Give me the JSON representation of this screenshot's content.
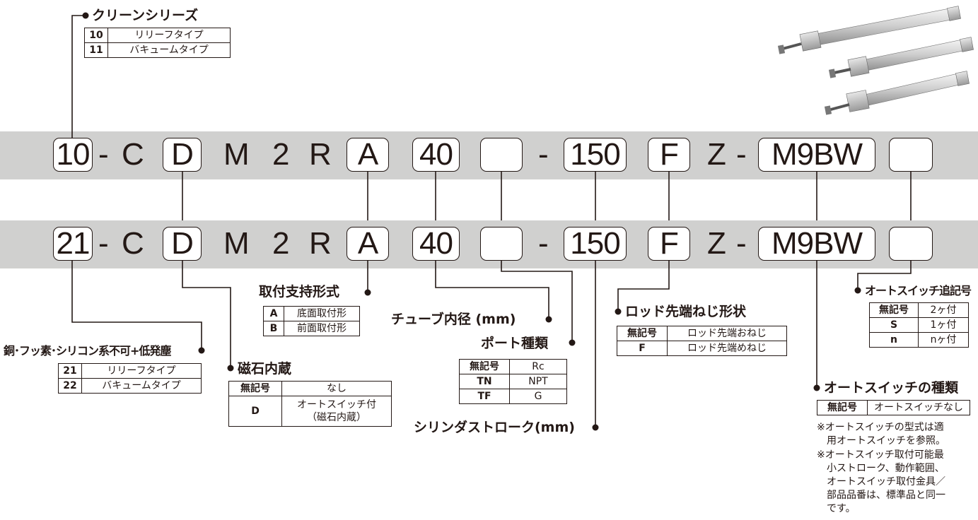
{
  "top_code": {
    "series_no": "10",
    "sep1": "-",
    "c": "C",
    "magnet": "D",
    "m": "M",
    "two": "2",
    "r": "R",
    "mount": "A",
    "bore": "40",
    "port": "",
    "sep2": "-",
    "stroke": "150",
    "rod_end": "F",
    "z": "Z",
    "sep3": "-",
    "switch": "M9BW",
    "switch_qty": ""
  },
  "bottom_code": {
    "series_no": "21",
    "sep1": "-",
    "c": "C",
    "magnet": "D",
    "m": "M",
    "two": "2",
    "r": "R",
    "mount": "A",
    "bore": "40",
    "port": "",
    "sep2": "-",
    "stroke": "150",
    "rod_end": "F",
    "z": "Z",
    "sep3": "-",
    "switch": "M9BW",
    "switch_qty": ""
  },
  "clean_series": {
    "title": "クリーンシリーズ",
    "rows": [
      {
        "code": "10",
        "desc": "リリーフタイプ"
      },
      {
        "code": "11",
        "desc": "バキュームタイプ"
      }
    ]
  },
  "copper_free": {
    "title": "銅･フッ素･シリコン系不可+低発塵",
    "rows": [
      {
        "code": "21",
        "desc": "リリーフタイプ"
      },
      {
        "code": "22",
        "desc": "バキュームタイプ"
      }
    ]
  },
  "magnet": {
    "title": "磁石内蔵",
    "rows": [
      {
        "code": "無記号",
        "desc": "なし"
      },
      {
        "code": "D",
        "desc1": "オートスイッチ付",
        "desc2": "（磁石内蔵）"
      }
    ]
  },
  "mounting": {
    "title": "取付支持形式",
    "rows": [
      {
        "code": "A",
        "desc": "底面取付形"
      },
      {
        "code": "B",
        "desc": "前面取付形"
      }
    ]
  },
  "bore_label": "チューブ内径 (mm)",
  "port_type": {
    "title": "ポート種類",
    "rows": [
      {
        "code": "無記号",
        "desc": "Rc"
      },
      {
        "code": "TN",
        "desc": "NPT"
      },
      {
        "code": "TF",
        "desc": "G"
      }
    ]
  },
  "stroke_label": "シリンダストローク(mm)",
  "rod_end": {
    "title": "ロッド先端ねじ形状",
    "rows": [
      {
        "code": "無記号",
        "desc": "ロッド先端おねじ"
      },
      {
        "code": "F",
        "desc": "ロッド先端めねじ"
      }
    ]
  },
  "switch_qty": {
    "title": "オートスイッチ追記号",
    "rows": [
      {
        "code": "無記号",
        "desc": "2ヶ付"
      },
      {
        "code": "S",
        "desc": "1ヶ付"
      },
      {
        "code": "n",
        "desc": "nヶ付"
      }
    ]
  },
  "switch_type": {
    "title": "オートスイッチの種類",
    "rows": [
      {
        "code": "無記号",
        "desc": "オートスイッチなし"
      }
    ],
    "notes": [
      "※オートスイッチの型式は適\n　用オートスイッチを参照。",
      "※オートスイッチ取付可能最\n　小ストローク、動作範囲、\n　オートスイッチ取付金具／\n　部品品番は、標準品と同一\n　です。"
    ]
  },
  "colors": {
    "band": "#d0d0cf",
    "line": "#231815"
  }
}
